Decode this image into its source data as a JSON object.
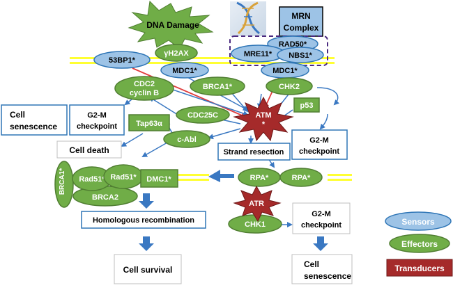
{
  "colors": {
    "sensor_fill": "#9dc3e6",
    "sensor_stroke": "#2e75b6",
    "effector_fill": "#70ad47",
    "effector_stroke": "#507e32",
    "transducer_fill": "#a52a2a",
    "arrow_blue": "#3a78c2",
    "arrow_red": "#e03c3c",
    "dna_yellow": "#ffff33",
    "damage_green": "#70ad47"
  },
  "nodes": {
    "dna_damage": "DNA Damage",
    "mrn_complex_line1": "MRN",
    "mrn_complex_line2": "Complex",
    "rad50": "RAD50*",
    "mre11": "MRE11*",
    "nbs1": "NBS1*",
    "bp1_53": "53BP1*",
    "h2ax": "γH2AX",
    "mdc1_left": "MDC1*",
    "mdc1_right": "MDC1*",
    "cdc2_line1": "CDC2",
    "cdc2_line2": "cyclin B",
    "brca1_top": "BRCA1*",
    "chk2": "CHK2",
    "p53": "p53",
    "atm_line1": "ATM",
    "atm_line2": "*",
    "cdc25c": "CDC25C",
    "tap63": "Tap63α",
    "c_abl": "c-Abl",
    "g2m_left_line1": "G2-M",
    "g2m_left_line2": "checkpoint",
    "cell_senescence_left_line1": "Cell",
    "cell_senescence_left_line2": "senescence",
    "cell_death": "Cell death",
    "strand_resection": "Strand resection",
    "g2m_right_line1": "G2-M",
    "g2m_right_line2": "checkpoint",
    "brca1_side": "BRCA1*",
    "rad51_a": "Rad51*",
    "rad51_b": "Rad51*",
    "dmc1": "DMC1*",
    "brca2": "BRCA2",
    "rpa_a": "RPA*",
    "rpa_b": "RPA*",
    "atr": "ATR",
    "homologous_recombination": "Homologous recombination",
    "chk1": "CHK1",
    "g2m_bottom_line1": "G2-M",
    "g2m_bottom_line2": "checkpoint",
    "cell_survival": "Cell survival",
    "cell_senescence_bottom_line1": "Cell",
    "cell_senescence_bottom_line2": "senescence"
  },
  "legend": {
    "sensors": "Sensors",
    "effectors": "Effectors",
    "transducers": "Transducers"
  }
}
